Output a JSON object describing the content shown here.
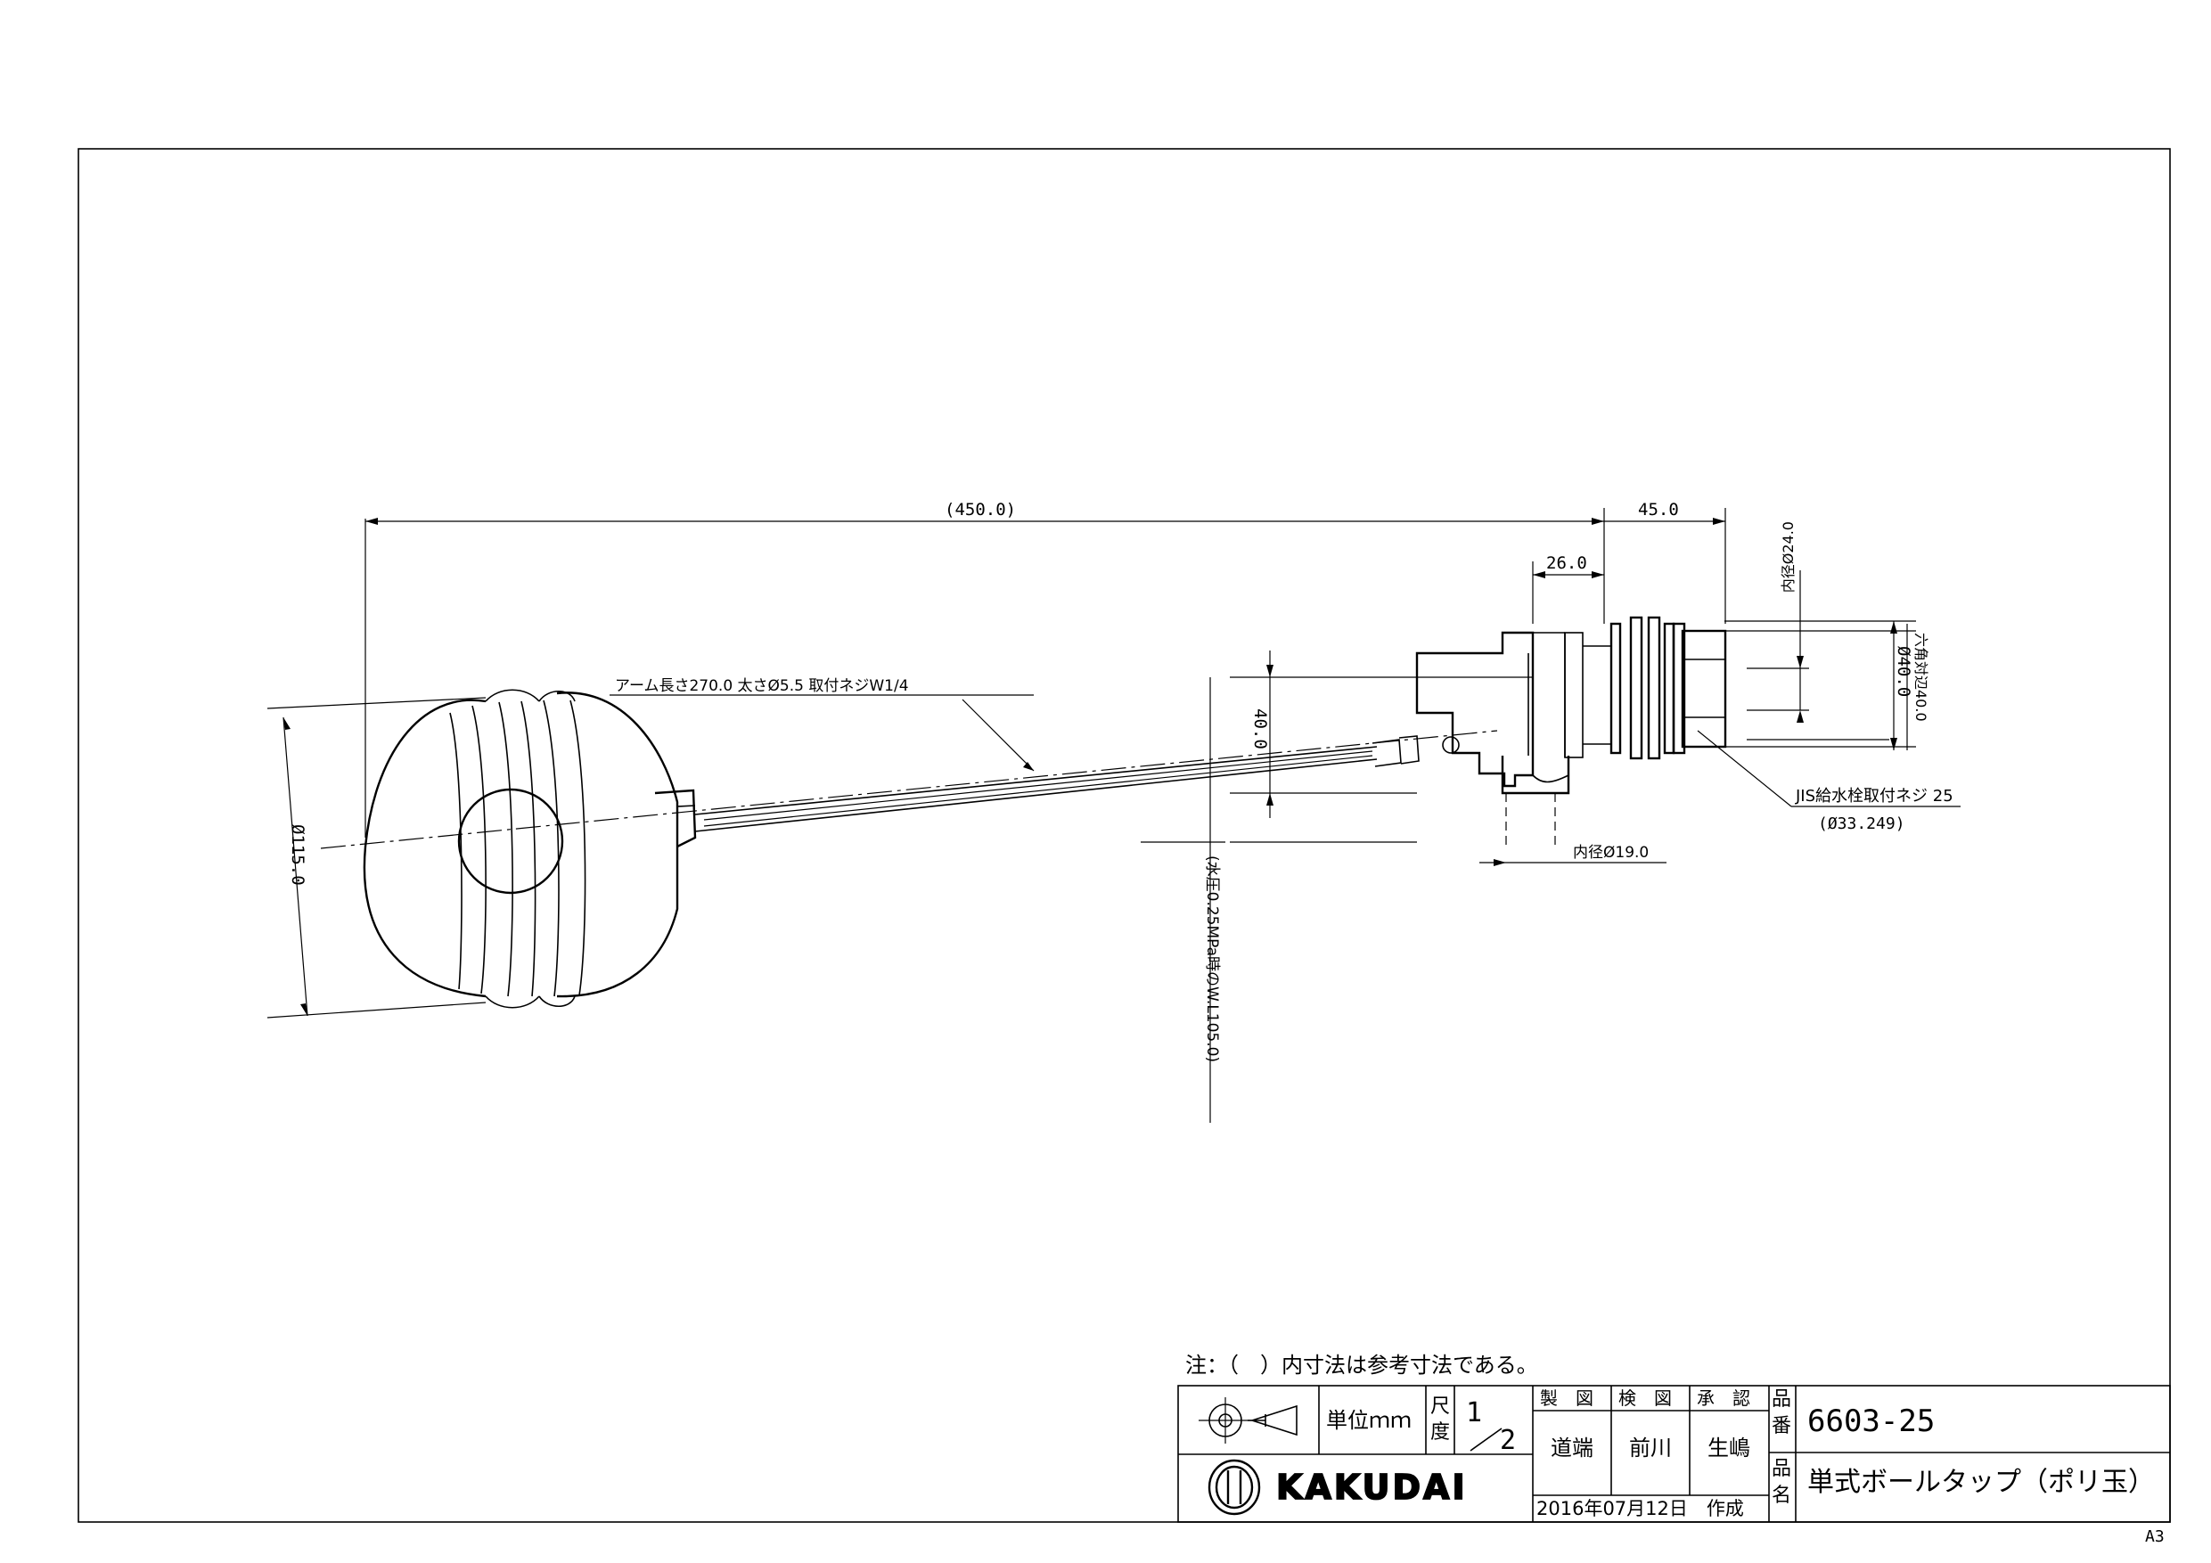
{
  "drawing": {
    "dimensions": {
      "overall_length": "(450.0)",
      "body_length": "45.0",
      "inlet_offset": "26.0",
      "arm_spec": "アーム長さ270.0 太さØ5.5 取付ネジW1/4",
      "ball_diameter": "Ø115.0",
      "height_offset": "40.0",
      "water_level": "(水圧0.25MPa時のW.L105.0)",
      "inner_dia_24": "内径Ø24.0",
      "outer_dia_40": "Ø40.0",
      "hex_width": "六角対辺40.0",
      "jis_thread": "JIS給水栓取付ネジ 25",
      "thread_dia": "(Ø33.249)",
      "inner_dia_19": "内径Ø19.0"
    }
  },
  "title_block": {
    "note": "注：（　）内寸法は参考寸法である。",
    "unit_label": "単位ｍｍ",
    "scale_label": "尺度",
    "scale_num": "1",
    "scale_den": "2",
    "made_label": "製　図",
    "checked_label": "検　図",
    "approved_label": "承　認",
    "made_by": "道端",
    "checked_by": "前川",
    "approved_by": "生嶋",
    "date": "2016年07月12日　作成",
    "part_no_label_1": "品",
    "part_no_label_2": "番",
    "part_no": "6603-25",
    "part_name_label_1": "品",
    "part_name_label_2": "名",
    "part_name": "単式ボールタップ（ポリ玉）",
    "company": "KAKUDAI",
    "sheet_size": "A3"
  }
}
